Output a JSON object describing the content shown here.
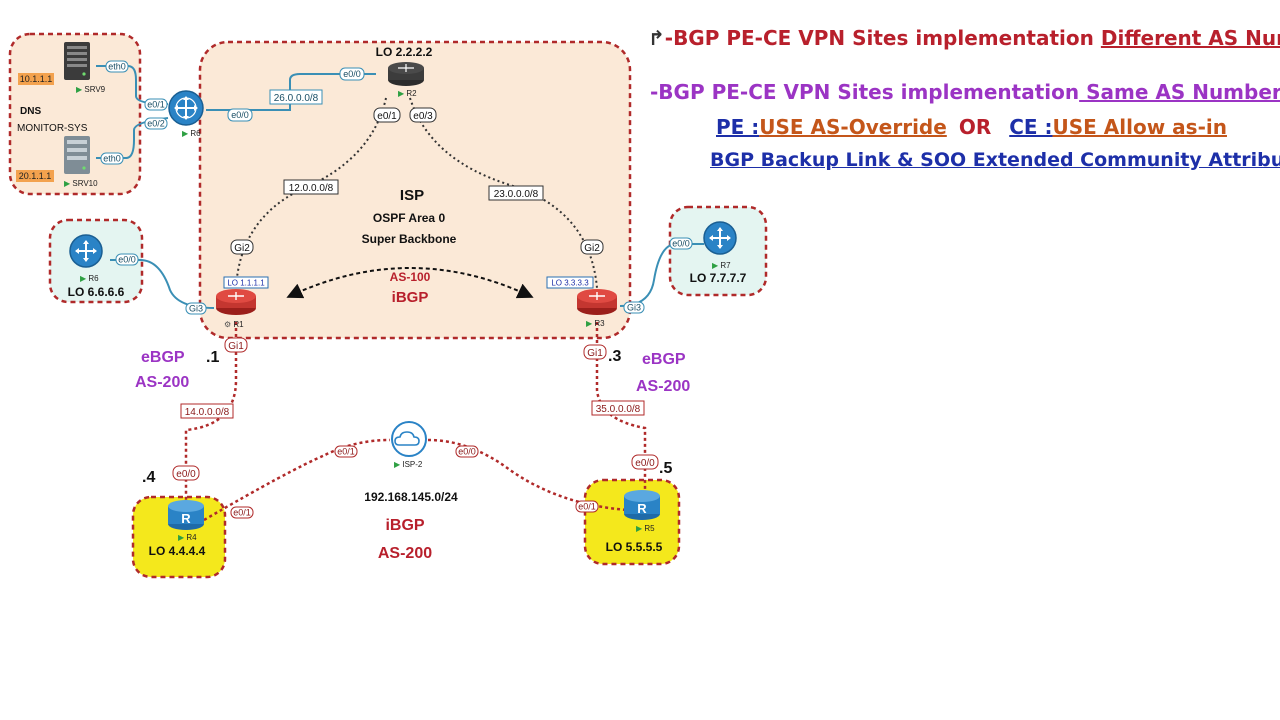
{
  "colors": {
    "isp_fill": "#fbe9d7",
    "site_border": "#b02a2a",
    "site_fill_mint": "#e4f5f1",
    "site_fill_yellow": "#f4e81c",
    "router_blue": "#2a83c6",
    "router_red": "#d9413b",
    "dark_red": "#b8202c",
    "purple": "#9b34c4",
    "navy": "#1d2fa8",
    "orange": "#c4561a",
    "link_teal": "#3a8fb5",
    "link_dotted": "#333333",
    "link_red": "#b02a2a",
    "ip_orange": "#f3a24e"
  },
  "isp": {
    "title": "ISP",
    "ospf": "OSPF Area 0",
    "backbone": "Super Backbone",
    "ibgp_as": "AS-100",
    "ibgp": "iBGP"
  },
  "left_site": {
    "dns": "DNS",
    "monitor": "MONITOR-SYS",
    "srv9": "SRV9",
    "srv9_ip": "10.1.1.1",
    "srv9_if": "eth0",
    "srv10": "SRV10",
    "srv10_ip": "20.1.1.1",
    "srv10_if": "eth0",
    "router": "R6",
    "if_e01": "e0/1",
    "if_e02": "e0/2",
    "if_e00": "e0/0"
  },
  "r2": {
    "name": "R2",
    "lo": "LO 2.2.2.2",
    "if_e00": "e0/0",
    "if_e01": "e0/1",
    "if_e03": "e0/3",
    "net_26": "26.0.0.0/8"
  },
  "r1": {
    "name": "R1",
    "lo": "LO 1.1.1.1",
    "if_gi2": "Gi2",
    "if_gi3": "Gi3",
    "if_gi1": "Gi1",
    "net_12": "12.0.0.0/8",
    "dot": ".1"
  },
  "r3": {
    "name": "R3",
    "lo": "LO 3.3.3.3",
    "if_gi2": "Gi2",
    "if_gi3": "Gi3",
    "if_gi1": "Gi1",
    "net_23": "23.0.0.0/8",
    "dot": ".3"
  },
  "r6_site": {
    "name": "R6",
    "lo": "LO 6.6.6.6",
    "if_e00": "e0/0"
  },
  "r7_site": {
    "name": "R7",
    "lo": "LO 7.7.7.7",
    "if_e00": "e0/0"
  },
  "ebgp_left": {
    "proto": "eBGP",
    "as": "AS-200"
  },
  "ebgp_right": {
    "proto": "eBGP",
    "as": "AS-200"
  },
  "r4": {
    "name": "R4",
    "lo": "LO 4.4.4.4",
    "if_e00": "e0/0",
    "if_e01": "e0/1",
    "net_14": "14.0.0.0/8",
    "dot": ".4"
  },
  "r5": {
    "name": "R5",
    "lo": "LO 5.5.5.5",
    "if_e00": "e0/0",
    "if_e01": "e0/1",
    "net_35": "35.0.0.0/8",
    "dot": ".5"
  },
  "isp2": {
    "name": "ISP-2",
    "if_e01": "e0/1",
    "if_e00": "e0/0",
    "net": "192.168.145.0/24",
    "ibgp": "iBGP",
    "as": "AS-200"
  },
  "notes": {
    "arrow": "↱",
    "line1_prefix": "-BGP PE-CE VPN Sites implementation ",
    "line1_link": "Different AS Number",
    "line2_prefix": "-BGP PE-CE VPN Sites implementation",
    "line2_link": " Same AS Number",
    "pe_label": "PE :",
    "pe_value": "USE AS-Override",
    "or": "OR",
    "ce_label": "CE :",
    "ce_value": "USE Allow as-in",
    "line4": "BGP Backup Link & SOO Extended Community Attribute"
  }
}
